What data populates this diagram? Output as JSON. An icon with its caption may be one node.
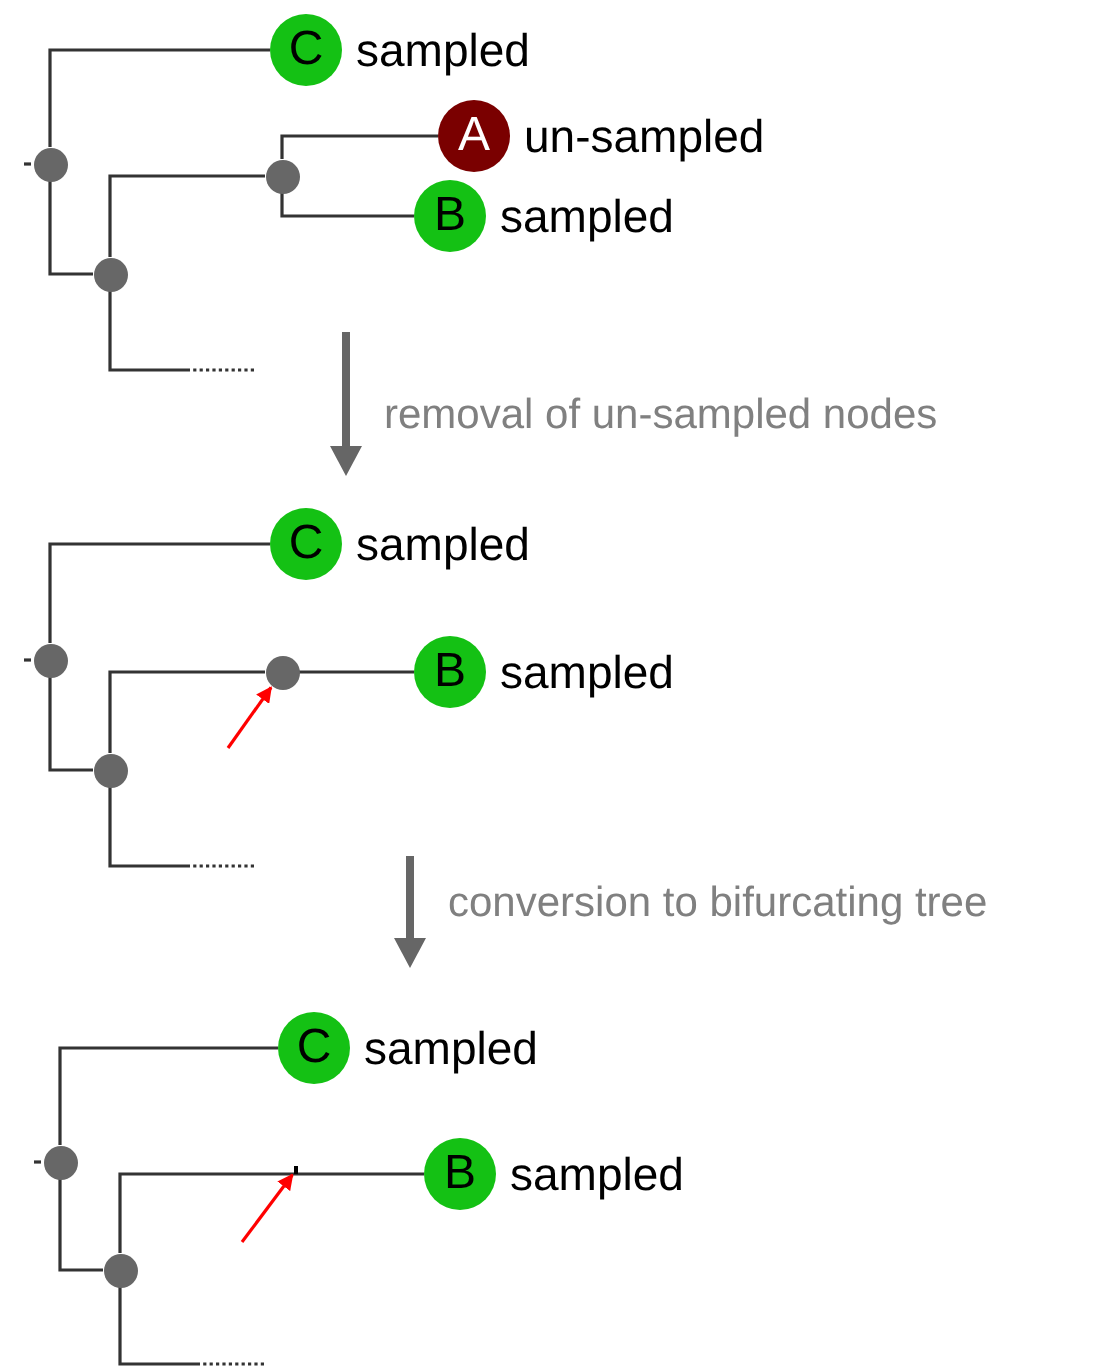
{
  "diagram": {
    "nodes": [
      {
        "text": [
          "C"
        ],
        "beside": [
          "sampled"
        ]
      },
      {
        "text": [],
        "shape": "circle"
      },
      {
        "text": [
          "A"
        ],
        "beside": [
          "un-sampled"
        ]
      },
      {
        "text": [],
        "shape": "circle"
      },
      {
        "text": [
          "B"
        ],
        "beside": [
          "sampled"
        ]
      },
      {
        "text": [],
        "shape": "circle"
      },
      {
        "text": [
          "C"
        ],
        "beside": [
          "sampled"
        ]
      },
      {
        "text": [],
        "shape": "circle"
      },
      {
        "text": [],
        "shape": "circle"
      },
      {
        "text": [
          "B"
        ],
        "beside": [
          "sampled"
        ]
      },
      {
        "text": [],
        "shape": "circle"
      },
      {
        "text": [
          "C"
        ],
        "beside": [
          "sampled"
        ]
      },
      {
        "text": [],
        "shape": "circle"
      },
      {
        "text": [
          "B"
        ],
        "beside": [
          "sampled"
        ]
      },
      {
        "text": [],
        "shape": "circle"
      },
      {
        "text": [],
        "shape": "bar"
      }
    ],
    "edges": [
      {
        "from": 1,
        "to": 0,
        "arrow": "none"
      },
      {
        "from": 1,
        "to": 5,
        "arrow": "none"
      },
      {
        "from": 5,
        "to": 3,
        "arrow": "none"
      },
      {
        "from": 3,
        "to": 2,
        "arrow": "none"
      },
      {
        "from": 3,
        "to": 4,
        "arrow": "none"
      },
      {
        "from": 5,
        "to": null,
        "arrow": "none",
        "style": "dashed"
      },
      {
        "from": null,
        "to": 1,
        "arrow": "none"
      },
      {
        "from": 7,
        "to": 6,
        "arrow": "none"
      },
      {
        "from": 7,
        "to": 10,
        "arrow": "none"
      },
      {
        "from": 10,
        "to": 8,
        "arrow": "none"
      },
      {
        "from": 8,
        "to": 9,
        "arrow": "none"
      },
      {
        "from": 10,
        "to": null,
        "arrow": "none",
        "style": "dashed"
      },
      {
        "from": null,
        "to": 7,
        "arrow": "none"
      },
      {
        "from": null,
        "to": 8,
        "arrow": "to",
        "color": "#ff0000"
      },
      {
        "from": 12,
        "to": 11,
        "arrow": "none"
      },
      {
        "from": 12,
        "to": 14,
        "arrow": "none"
      },
      {
        "from": 14,
        "to": 13,
        "arrow": "none"
      },
      {
        "from": 14,
        "to": null,
        "arrow": "none",
        "style": "dashed"
      },
      {
        "from": null,
        "to": 12,
        "arrow": "none"
      },
      {
        "from": null,
        "to": 15,
        "arrow": "to",
        "color": "#ff0000"
      }
    ],
    "labels": [
      "removal of un-sampled nodes",
      "conversion to bifurcating tree"
    ]
  }
}
